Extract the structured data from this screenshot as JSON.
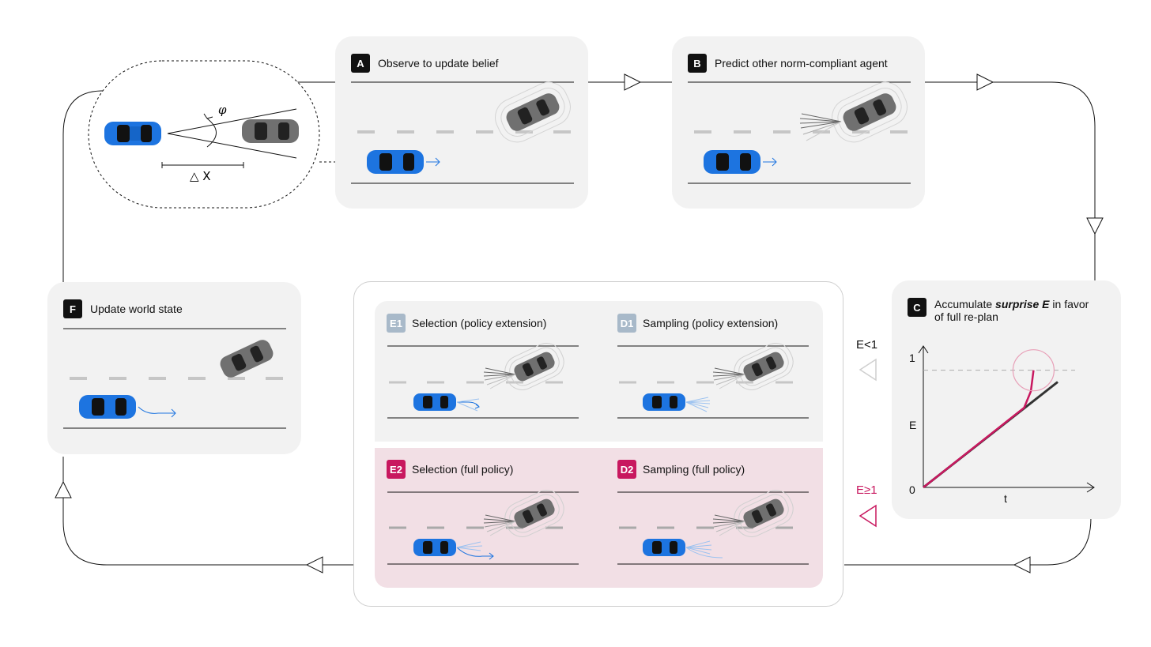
{
  "panels": {
    "A": {
      "badge": "A",
      "title": "Observe to update belief"
    },
    "B": {
      "badge": "B",
      "title": "Predict other norm-compliant agent"
    },
    "C": {
      "badge": "C",
      "title_line1_pre": "Accumulate ",
      "title_line1_em": "surprise E",
      "title_line1_post": " in favor",
      "title_line2": "of full re-plan"
    },
    "F": {
      "badge": "F",
      "title": "Update world state"
    }
  },
  "inset": {
    "angle_symbol": "φ",
    "delta_label": "△ X"
  },
  "replan": {
    "E1": {
      "badge": "E1",
      "title": "Selection (policy extension)"
    },
    "D1": {
      "badge": "D1",
      "title": "Sampling (policy extension)"
    },
    "E2": {
      "badge": "E2",
      "title": "Selection (full policy)"
    },
    "D2": {
      "badge": "D2",
      "title": "Sampling (full policy)"
    }
  },
  "conditions": {
    "low": "E<1",
    "high": "E≥1"
  },
  "chart_data": {
    "type": "line",
    "xlabel": "t",
    "ylabel": "E",
    "ytick_labels": [
      "0",
      "1"
    ],
    "ylim": [
      0,
      1.2
    ],
    "threshold": 1,
    "series": [
      {
        "x": [
          0,
          1
        ],
        "y": [
          0,
          0.9
        ]
      },
      {
        "x": [
          0,
          0.75,
          0.8,
          0.82
        ],
        "y": [
          0,
          0.68,
          0.82,
          1.0
        ]
      }
    ]
  },
  "colors": {
    "ego_car": "#1d74e0",
    "other_car": "#707070",
    "accent": "#c8185f",
    "panel_bg": "#f2f2f2",
    "replan_bg": "#f2dfe5",
    "badge_light": "#a8b9c9"
  }
}
